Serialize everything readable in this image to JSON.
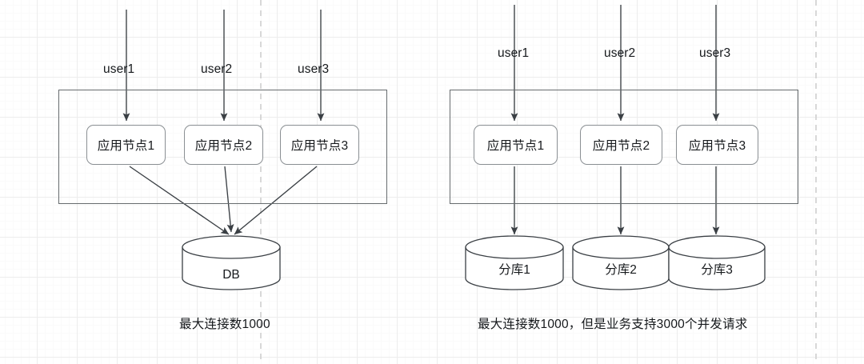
{
  "diagram": {
    "title": "database sharding comparison diagram",
    "colors": {
      "stroke_dark": "#3a3f44",
      "stroke_panel": "#666b6e",
      "stroke_node": "#8a8f93",
      "grid_minor": "#fafafa",
      "grid_major": "#ededed",
      "dashed_guide": "#cfcfcf",
      "text": "#16191c",
      "background": "#ffffff"
    },
    "left": {
      "users": [
        {
          "label": "user1"
        },
        {
          "label": "user2"
        },
        {
          "label": "user3"
        }
      ],
      "app_nodes": [
        {
          "label": "应用节点1"
        },
        {
          "label": "应用节点2"
        },
        {
          "label": "应用节点3"
        }
      ],
      "database": {
        "label": "DB"
      },
      "caption": "最大连接数1000"
    },
    "right": {
      "users": [
        {
          "label": "user1"
        },
        {
          "label": "user2"
        },
        {
          "label": "user3"
        }
      ],
      "app_nodes": [
        {
          "label": "应用节点1"
        },
        {
          "label": "应用节点2"
        },
        {
          "label": "应用节点3"
        }
      ],
      "databases": [
        {
          "label": "分库1"
        },
        {
          "label": "分库2"
        },
        {
          "label": "分库3"
        }
      ],
      "caption": "最大连接数1000，但是业务支持3000个并发请求"
    }
  }
}
